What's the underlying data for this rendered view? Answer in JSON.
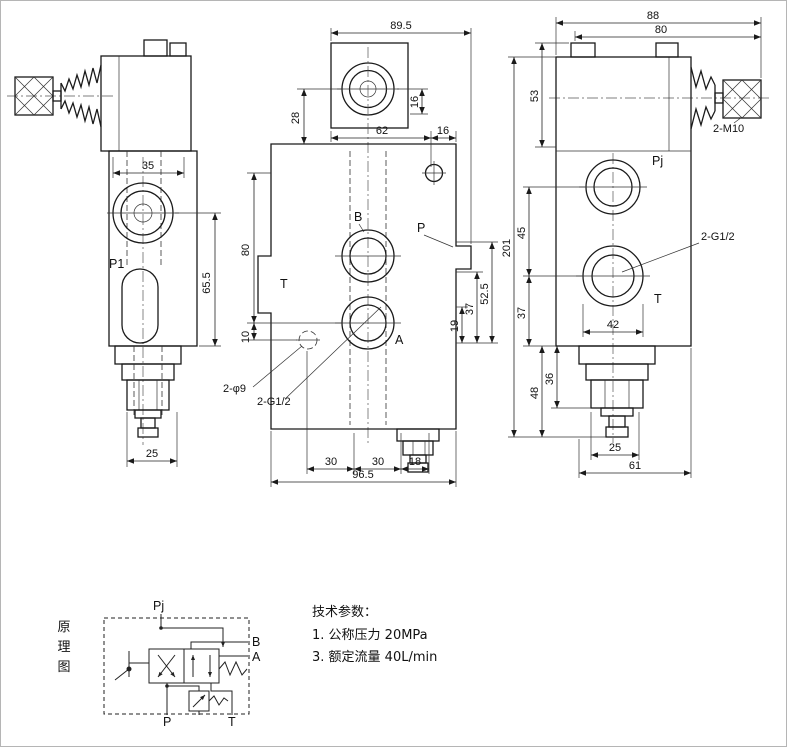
{
  "left_view": {
    "dim_35": "35",
    "label_p1": "P1",
    "dim_65_5": "65.5",
    "dim_25": "25"
  },
  "front_view": {
    "dim_89_5": "89.5",
    "dim_16_cap": "16",
    "dim_62": "62",
    "dim_16": "16",
    "dim_28": "28",
    "dim_80": "80",
    "dim_10": "10",
    "label_b": "B",
    "label_p": "P",
    "label_t": "T",
    "label_a": "A",
    "dim_19": "19",
    "dim_37": "37",
    "dim_52_5": "52.5",
    "note_holes": "2-φ9",
    "note_thread": "2-G1/2",
    "dim_30_a": "30",
    "dim_30_b": "30",
    "dim_18": "18",
    "dim_96_5": "96.5"
  },
  "right_view": {
    "dim_88": "88",
    "dim_80": "80",
    "dim_53": "53",
    "note_knob": "2-M10",
    "label_pj": "Pj",
    "dim_45": "45",
    "dim_201": "201",
    "note_thread": "2-G1/2",
    "dim_37": "37",
    "label_t": "T",
    "dim_42": "42",
    "dim_36": "36",
    "dim_48": "48",
    "dim_25": "25",
    "dim_61": "61"
  },
  "schematic": {
    "caption_1": "原",
    "caption_2": "理",
    "caption_3": "图",
    "port_pj": "Pj",
    "port_b": "B",
    "port_a": "A",
    "port_p": "P",
    "port_t": "T"
  },
  "tech_params": {
    "title": "技术参数：",
    "item_1": "1. 公称压力  20MPa",
    "item_2": "3. 额定流量  40L/min"
  }
}
